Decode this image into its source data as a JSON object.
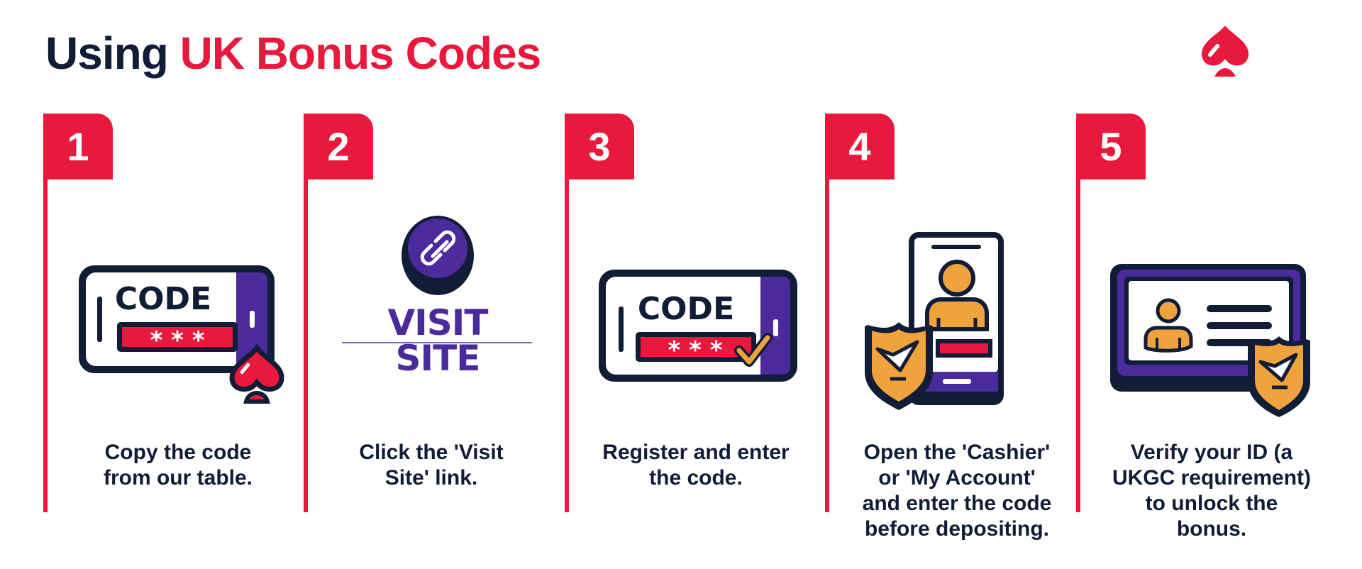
{
  "header": {
    "title_prefix": "Using ",
    "title_accent": "UK Bonus Codes",
    "logo_icon": "spade-icon"
  },
  "colors": {
    "red": "#e8193c",
    "navy": "#111c36",
    "purple": "#4b2a9b",
    "orange": "#f0a23c",
    "white": "#ffffff"
  },
  "steps": [
    {
      "number": "1",
      "icon": "phone-code-spade-icon",
      "code_label": "CODE",
      "code_mask": "* * *",
      "caption_lines": [
        "Copy the code",
        "from our table."
      ]
    },
    {
      "number": "2",
      "icon": "link-icon",
      "link_label": "VISIT SITE",
      "caption_lines": [
        "Click the 'Visit",
        "Site' link."
      ]
    },
    {
      "number": "3",
      "icon": "phone-code-check-icon",
      "code_label": "CODE",
      "code_mask": "* * *",
      "caption_lines": [
        "Register and enter",
        "the code."
      ]
    },
    {
      "number": "4",
      "icon": "phone-account-shield-icon",
      "caption_lines": [
        "Open the 'Cashier'",
        "or 'My Account'",
        "and enter the code",
        "before depositing."
      ]
    },
    {
      "number": "5",
      "icon": "id-card-shield-icon",
      "caption_lines": [
        "Verify your ID (a",
        "UKGC requirement)",
        "to unlock the",
        "bonus."
      ]
    }
  ]
}
